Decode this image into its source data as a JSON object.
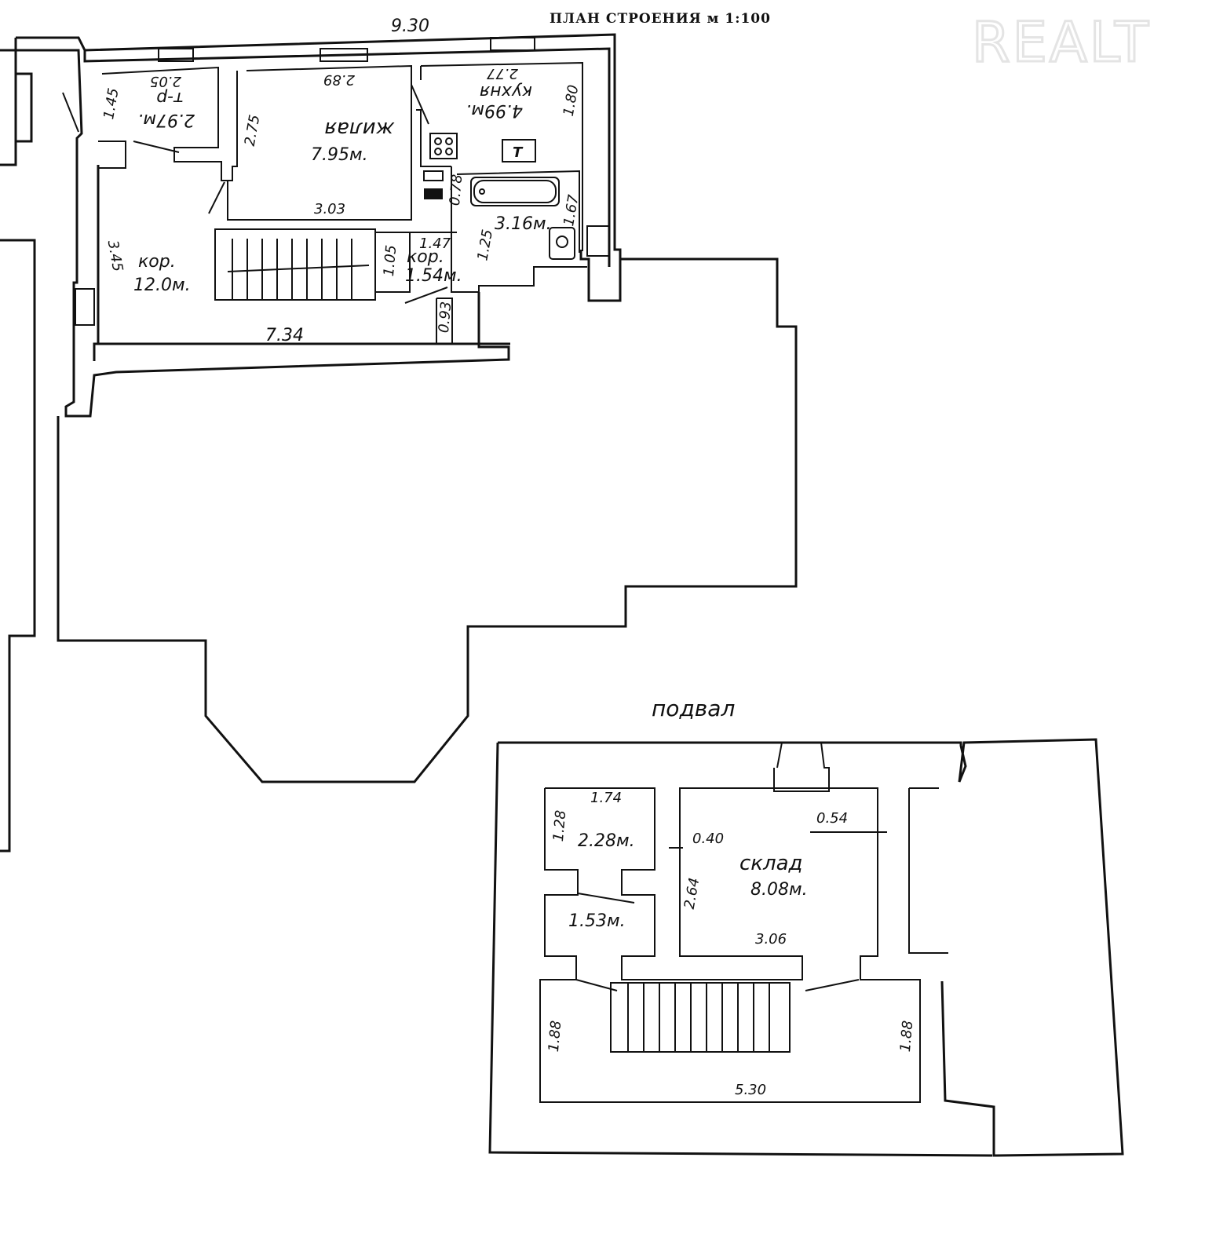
{
  "title": "ПЛАН СТРОЕНИЯ м 1:100",
  "watermark": "REALT",
  "top_dimension": "9.30",
  "rooms": {
    "tambur": {
      "name": "т-р",
      "area": "2.97м."
    },
    "living": {
      "name": "жилая",
      "area": "7.95м."
    },
    "kitchen": {
      "name": "кухня",
      "area": "4.99м."
    },
    "corridor_main": {
      "name": "кор.",
      "area": "12.0м."
    },
    "corridor_small": {
      "name": "кор.",
      "area": "1.54м."
    },
    "bathroom": {
      "area": "3.16м."
    }
  },
  "ground_dims": {
    "d205": "2.05",
    "d145": "1.45",
    "d289": "2.89",
    "d275": "2.75",
    "d277": "2.77",
    "d180": "1.80",
    "d303": "3.03",
    "d078": "0.78",
    "d167": "1.67",
    "d345": "3.45",
    "d147": "1.47",
    "d105": "1.05",
    "d125": "1.25",
    "d093": "0.93",
    "d734": "7.34"
  },
  "basement": {
    "label": "подвал",
    "room_small_area": "2.28м.",
    "room_hall_area": "1.53м.",
    "storage": {
      "name": "склад",
      "area": "8.08м."
    },
    "dims": {
      "d174": "1.74",
      "d128": "1.28",
      "d040": "0.40",
      "d054": "0.54",
      "d264": "2.64",
      "d306": "3.06",
      "d188a": "1.88",
      "d188b": "1.88",
      "d530": "5.30"
    }
  },
  "icons": [
    "stove-icon",
    "boiler-icon",
    "sink-icon",
    "bathtub-icon",
    "toilet-icon",
    "staircase-icon"
  ]
}
